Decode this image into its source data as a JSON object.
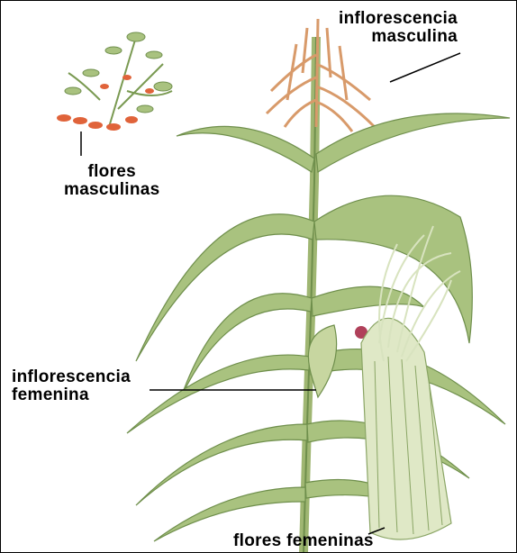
{
  "labels": {
    "inflorescencia_masculina": [
      "inflorescencia",
      "masculina"
    ],
    "flores_masculinas": [
      "flores",
      "masculinas"
    ],
    "inflorescencia_femenina": [
      "inflorescencia",
      "femenina"
    ],
    "flores_femeninas": "flores femeninas"
  },
  "colors": {
    "leaf": "#a9c27f",
    "leaf_dark": "#6f8f4c",
    "stem": "#9fb672",
    "tassel": "#d89a6a",
    "flower": "#e0633a",
    "silk": "#d8e3bf",
    "leader_line": "#000000"
  }
}
